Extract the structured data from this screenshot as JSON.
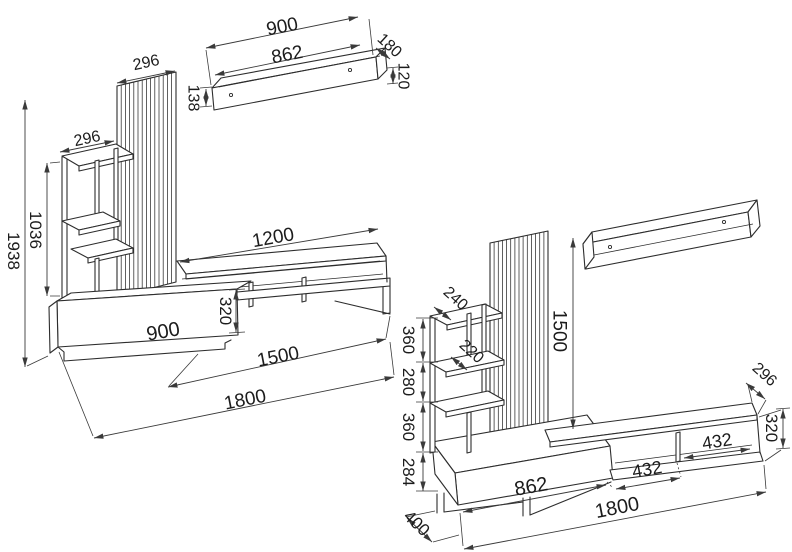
{
  "document": {
    "type": "furniture technical drawing",
    "subject": "TV wall unit with slat panel, shelf tower, wall shelf and TV base",
    "background_color": "#ffffff",
    "line_color": "#2d2d2d",
    "dimension_line_color": "#3a3a3a",
    "text_color": "#1c1c1c"
  },
  "views": {
    "front": {
      "label": "front axonometric view",
      "dims": {
        "wall_shelf_width": "900",
        "wall_shelf_opening": "862",
        "wall_shelf_depth": "180",
        "wall_shelf_back_height": "120",
        "wall_shelf_front_height": "138",
        "slat_panel_width": "296",
        "shelf_tower_width": "296",
        "overall_height": "1938",
        "shelf_tower_height": "1036",
        "tv_shelf_length": "1200",
        "base_height": "320",
        "base_door_width": "900",
        "base_length": "1500",
        "overall_length": "1800"
      }
    },
    "side": {
      "label": "side axonometric view",
      "dims": {
        "slat_panel_height": "1500",
        "tower_top_depth": "240",
        "tower_shelf_depth": "220",
        "tower_segment_top": "360",
        "tower_segment_upper": "280",
        "tower_segment_lower": "360",
        "base_front_height": "284",
        "top_shelf_depth": "296",
        "base_height": "320",
        "niche_width_right": "432",
        "niche_width_left": "432",
        "base_door_width": "862",
        "overall_length": "1800",
        "overall_depth": "400"
      }
    }
  }
}
